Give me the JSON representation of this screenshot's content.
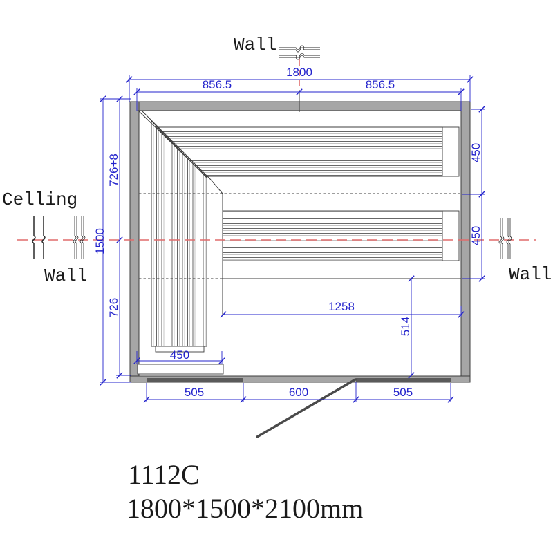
{
  "labels": {
    "wall_top": "Wall",
    "celling": "Celling",
    "wall_left": "Wall",
    "wall_right": "Wall"
  },
  "dims": {
    "total_width": "1800",
    "width_left": "856.5",
    "width_right": "856.5",
    "depth_total": "1500",
    "depth_upper": "726+8",
    "depth_lower": "726",
    "bench_upper": "450",
    "bench_lower": "450",
    "bench_left": "450",
    "floor_width": "1258",
    "floor_depth": "514",
    "door_left": "505",
    "door_width": "600",
    "door_right": "505"
  },
  "titles": {
    "model": "1112C",
    "size": "1800*1500*2100mm"
  },
  "colors": {
    "dim": "#2323cc",
    "center": "#e06c6c",
    "line": "#3c3c3c",
    "wall": "#a6a6a6",
    "door": "#5a5a5a"
  }
}
